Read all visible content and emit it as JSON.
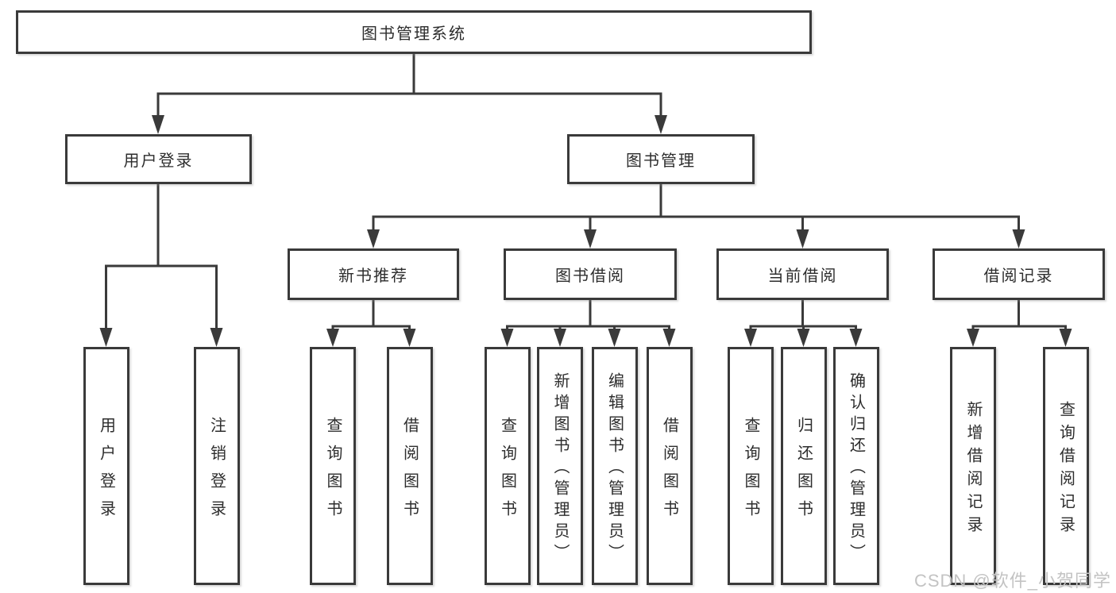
{
  "colors": {
    "line": "#3a3a3a",
    "text": "#2d2d2d",
    "watermark": "#c3c3c3",
    "page_bg": "#ffffff"
  },
  "watermark": {
    "text": "CSDN @软件_小贺同学"
  },
  "tree": {
    "root": {
      "label": "图书管理系统"
    },
    "branches": [
      {
        "label": "用户登录",
        "children": [
          {
            "label": "用户登录"
          },
          {
            "label": "注销登录"
          }
        ]
      },
      {
        "label": "图书管理",
        "children": [
          {
            "label": "新书推荐",
            "children": [
              {
                "label": "查询图书"
              },
              {
                "label": "借阅图书"
              }
            ]
          },
          {
            "label": "图书借阅",
            "children": [
              {
                "label": "查询图书"
              },
              {
                "label": "新增图书（管理员）"
              },
              {
                "label": "编辑图书（管理员）"
              },
              {
                "label": "借阅图书"
              }
            ]
          },
          {
            "label": "当前借阅",
            "children": [
              {
                "label": "查询图书"
              },
              {
                "label": "归还图书"
              },
              {
                "label": "确认归还（管理员）"
              }
            ]
          },
          {
            "label": "借阅记录",
            "children": [
              {
                "label": "新增借阅记录"
              },
              {
                "label": "查询借阅记录"
              }
            ]
          }
        ]
      }
    ]
  }
}
